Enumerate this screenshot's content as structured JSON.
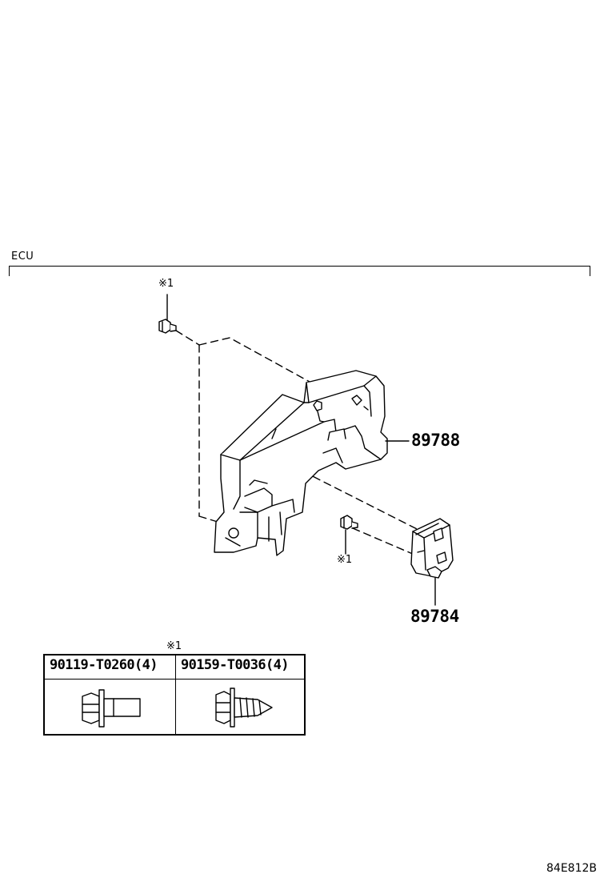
{
  "section": {
    "label": "ECU"
  },
  "callouts": {
    "upper_bolt_ref": "※1",
    "lower_bolt_ref": "※1",
    "table_ref": "※1"
  },
  "parts": {
    "bracket": "89788",
    "ecu": "89784"
  },
  "fastener_table": {
    "columns": [
      "90119-T0260(4)",
      "90159-T0036(4)"
    ]
  },
  "diagram_code": "84E812B"
}
